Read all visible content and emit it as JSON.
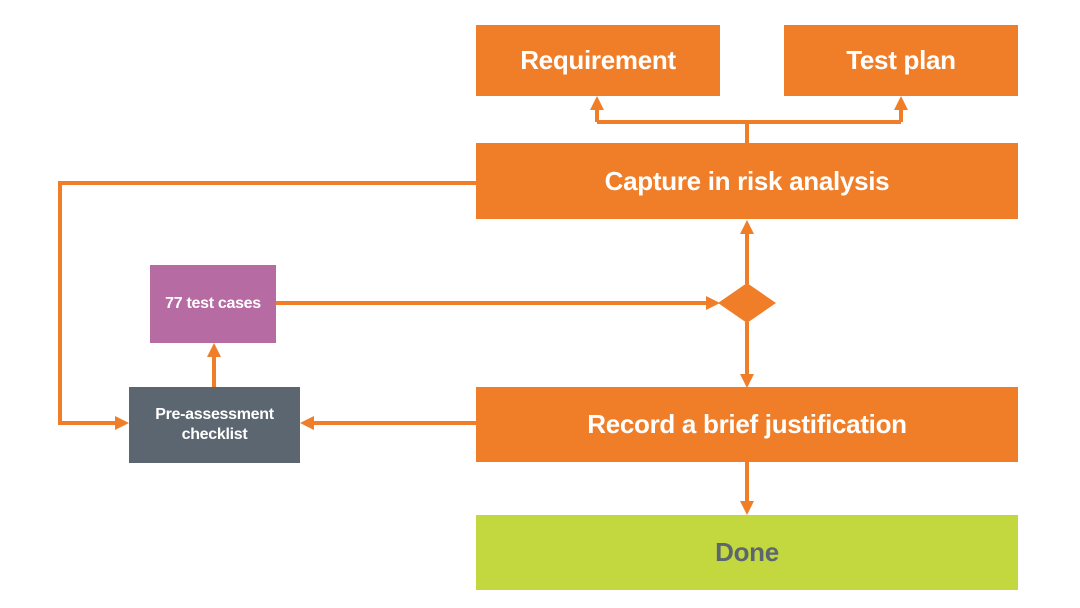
{
  "flowchart": {
    "nodes": {
      "requirement": {
        "label": "Requirement",
        "fill": "#F07D28",
        "text_color": "#FFFFFF",
        "shape": "rect"
      },
      "test_plan": {
        "label": "Test plan",
        "fill": "#F07D28",
        "text_color": "#FFFFFF",
        "shape": "rect"
      },
      "capture_in_risk_analysis": {
        "label": "Capture in risk analysis",
        "fill": "#F07D28",
        "text_color": "#FFFFFF",
        "shape": "rect"
      },
      "test_cases": {
        "label": "77 test cases",
        "fill": "#B76BA3",
        "text_color": "#FFFFFF",
        "shape": "rect"
      },
      "pre_assessment_checklist": {
        "label": "Pre-assessment checklist",
        "fill": "#5B6670",
        "text_color": "#FFFFFF",
        "shape": "rect"
      },
      "decision": {
        "label": "",
        "fill": "#F07D28",
        "shape": "diamond"
      },
      "record_justification": {
        "label": "Record a brief justification",
        "fill": "#F07D28",
        "text_color": "#FFFFFF",
        "shape": "rect"
      },
      "done": {
        "label": "Done",
        "fill": "#C3D83F",
        "text_color": "#5B6670",
        "shape": "rect"
      }
    },
    "edges": [
      {
        "from": "capture_in_risk_analysis",
        "to": "requirement"
      },
      {
        "from": "capture_in_risk_analysis",
        "to": "test_plan"
      },
      {
        "from": "decision",
        "to": "capture_in_risk_analysis"
      },
      {
        "from": "test_cases",
        "to": "decision"
      },
      {
        "from": "decision",
        "to": "record_justification"
      },
      {
        "from": "pre_assessment_checklist",
        "to": "test_cases"
      },
      {
        "from": "record_justification",
        "to": "pre_assessment_checklist"
      },
      {
        "from": "capture_in_risk_analysis",
        "to": "pre_assessment_checklist"
      },
      {
        "from": "record_justification",
        "to": "done"
      }
    ],
    "arrow_color": "#F07D28",
    "background": "#FFFFFF"
  }
}
